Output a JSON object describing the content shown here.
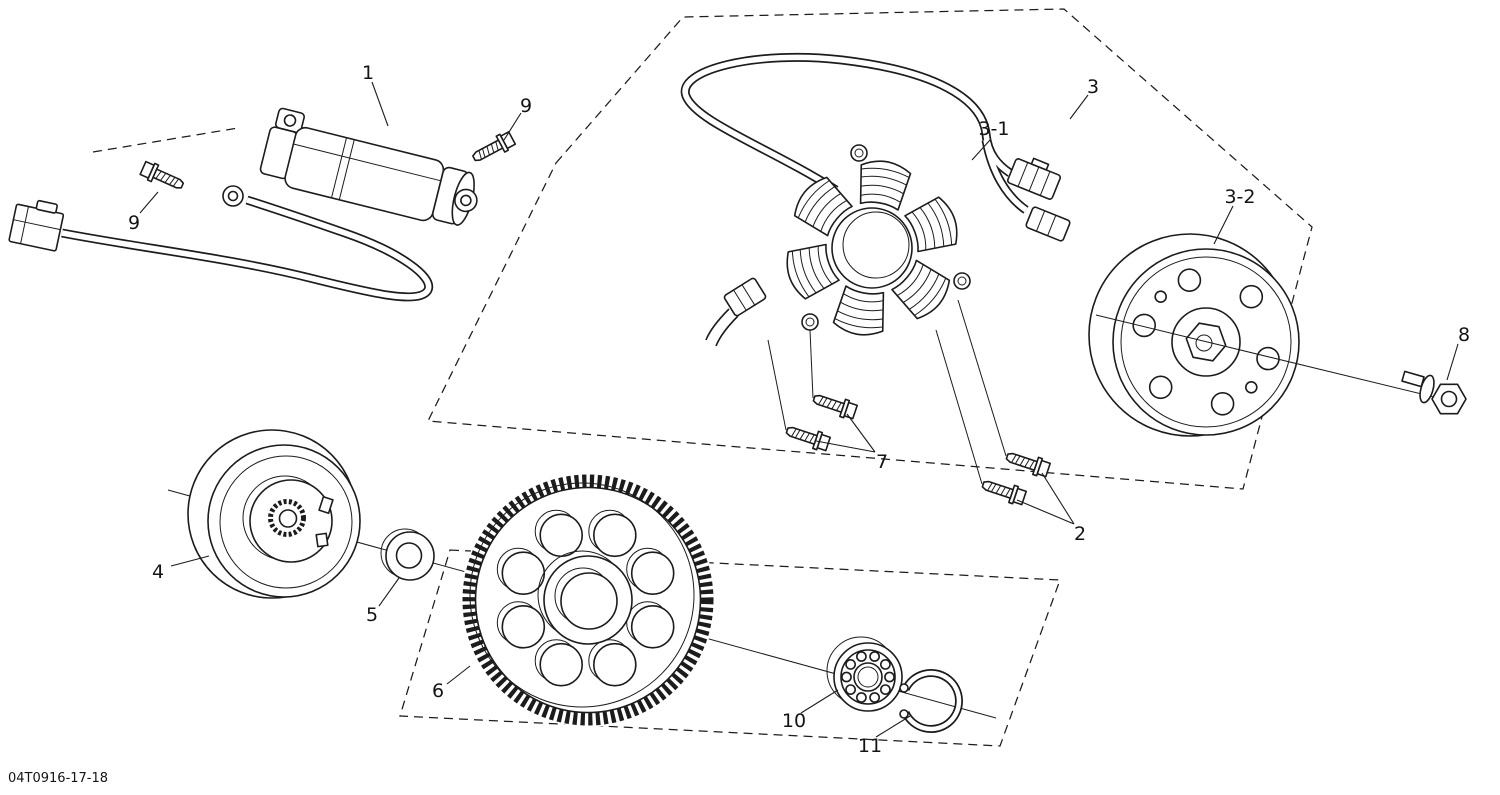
{
  "drawing": {
    "code": "04T0916-17-18",
    "background_color": "#ffffff",
    "line_color": "#1c1c1c"
  },
  "callouts": [
    {
      "id": "part-1",
      "text": "1"
    },
    {
      "id": "part-9-upper",
      "text": "9"
    },
    {
      "id": "part-9-left",
      "text": "9"
    },
    {
      "id": "part-3",
      "text": "3"
    },
    {
      "id": "part-3-1",
      "text": "3-1"
    },
    {
      "id": "part-3-2",
      "text": "3-2"
    },
    {
      "id": "part-8",
      "text": "8"
    },
    {
      "id": "part-4",
      "text": "4"
    },
    {
      "id": "part-5",
      "text": "5"
    },
    {
      "id": "part-6",
      "text": "6"
    },
    {
      "id": "part-7",
      "text": "7"
    },
    {
      "id": "part-2",
      "text": "2"
    },
    {
      "id": "part-10",
      "text": "10"
    },
    {
      "id": "part-11",
      "text": "11"
    }
  ]
}
